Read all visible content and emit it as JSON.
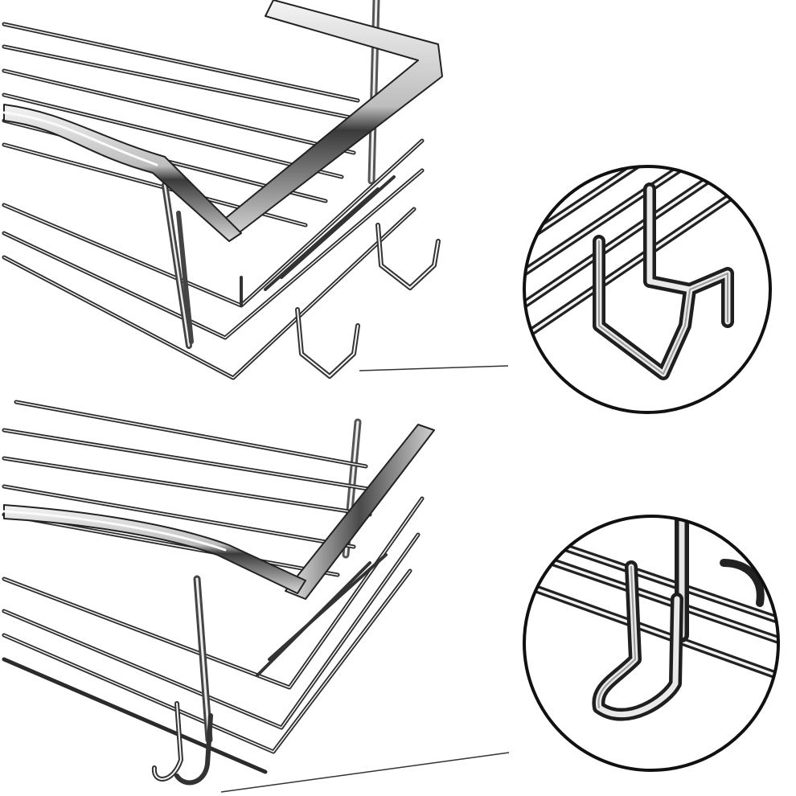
{
  "colors": {
    "background": "#ffffff",
    "chrome_dark": "#2a2a2a",
    "chrome_mid": "#8a8a8a",
    "chrome_light": "#e6e6e6",
    "outline": "#111111"
  },
  "panels": [
    {
      "id": "top",
      "subject": "shelf-with-square-hooks"
    },
    {
      "id": "bottom",
      "subject": "shelf-with-u-hook"
    }
  ],
  "icons": [
    "magnifier-circle",
    "pointer-line"
  ]
}
